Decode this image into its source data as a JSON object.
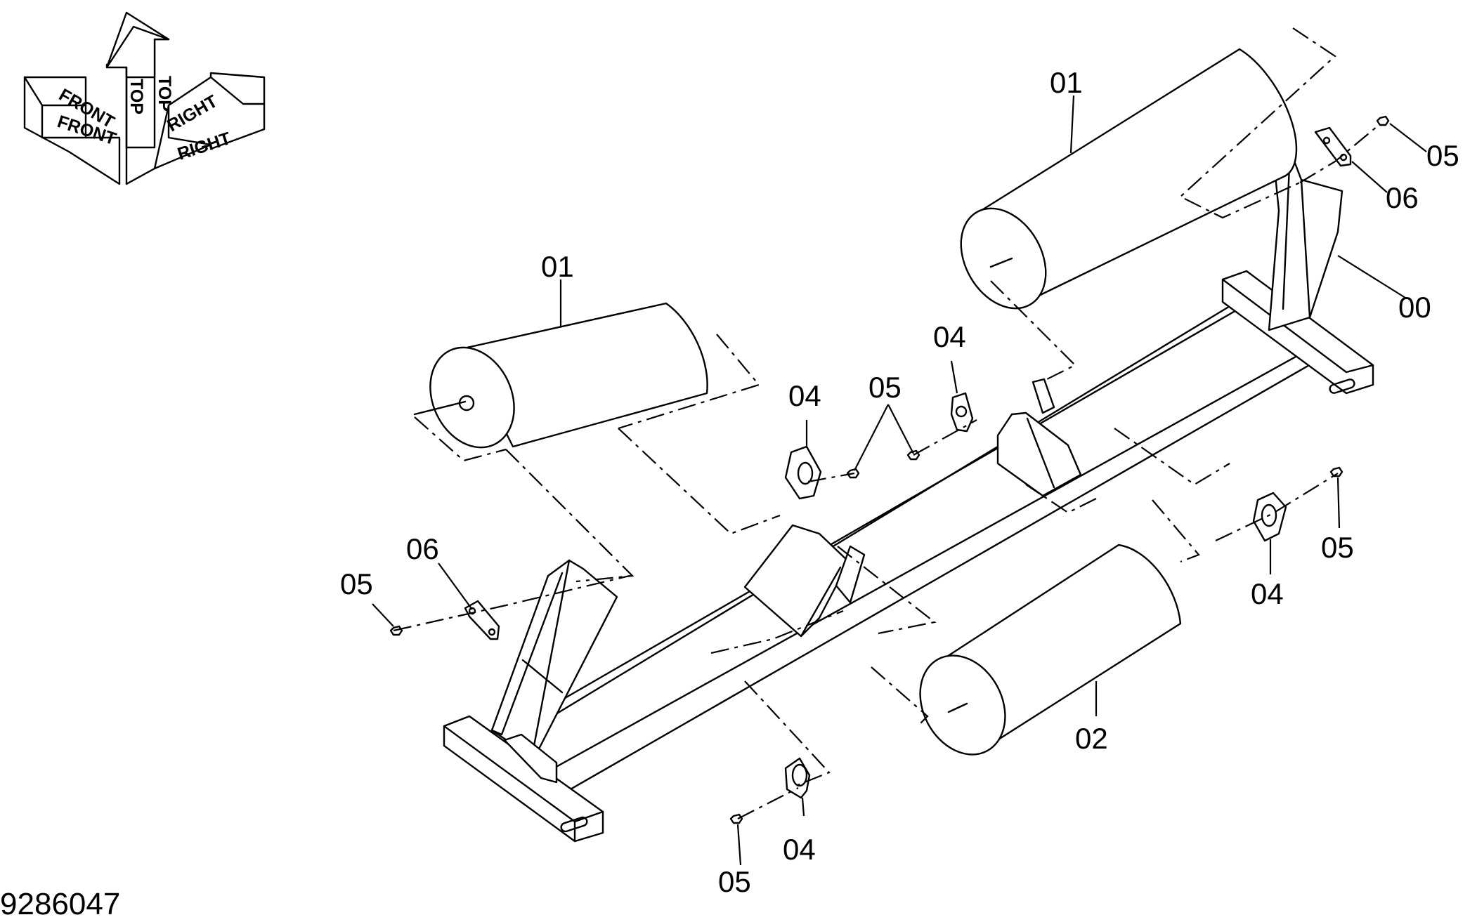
{
  "orientation_marker": {
    "front_label": "FRONT",
    "top_label": "TOP",
    "right_label": "RIGHT"
  },
  "callouts": {
    "roller_upper_right": "01",
    "roller_left": "01",
    "roller_bottom": "02",
    "frame": "00",
    "bracket_upper_right": "06",
    "bracket_left": "06",
    "bolt_upper_right": "05",
    "bolt_center": "05",
    "bolt_right": "05",
    "bolt_left": "05",
    "bolt_bottom": "05",
    "washer_center_left": "04",
    "washer_center_right": "04",
    "washer_right": "04",
    "washer_bottom": "04"
  },
  "drawing_number": "9286047"
}
